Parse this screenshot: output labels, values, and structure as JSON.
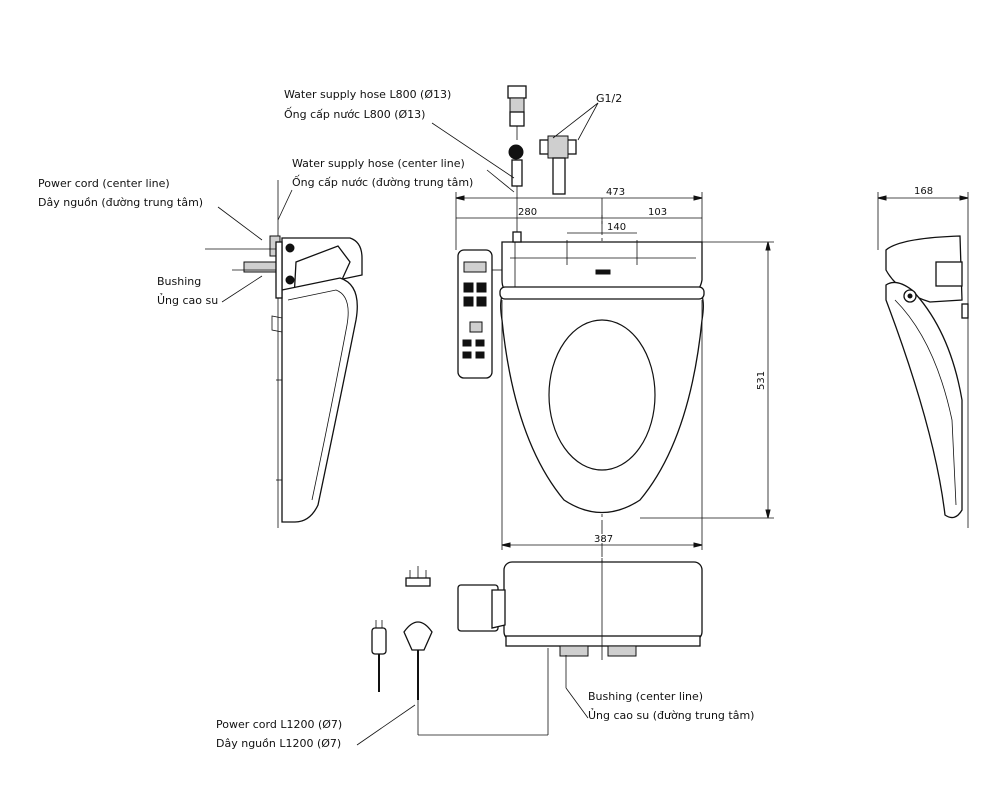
{
  "labels": {
    "water_hose_en": "Water supply hose L800 (Ø13)",
    "water_hose_vi": "Ống cấp nước L800 (Ø13)",
    "water_hose_center_en": "Water supply hose (center line)",
    "water_hose_center_vi": "Ống cấp nước (đường trung tâm)",
    "power_cord_center_en": "Power cord (center line)",
    "power_cord_center_vi": "Dây nguồn (đường trung tâm)",
    "bushing_en": "Bushing",
    "bushing_vi": "Ủng cao su",
    "thread": "G1/2",
    "bushing_center_en": "Bushing (center line)",
    "bushing_center_vi": "Ủng cao su (đường trung tâm)",
    "power_cord_len_en": "Power cord L1200 (Ø7)",
    "power_cord_len_vi": "Dây nguồn L1200 (Ø7)"
  },
  "dimensions": {
    "overall_width": "473",
    "left_offset": "280",
    "right_offset": "103",
    "inner": "140",
    "depth": "531",
    "bottom_width": "387",
    "side_depth": "168"
  }
}
